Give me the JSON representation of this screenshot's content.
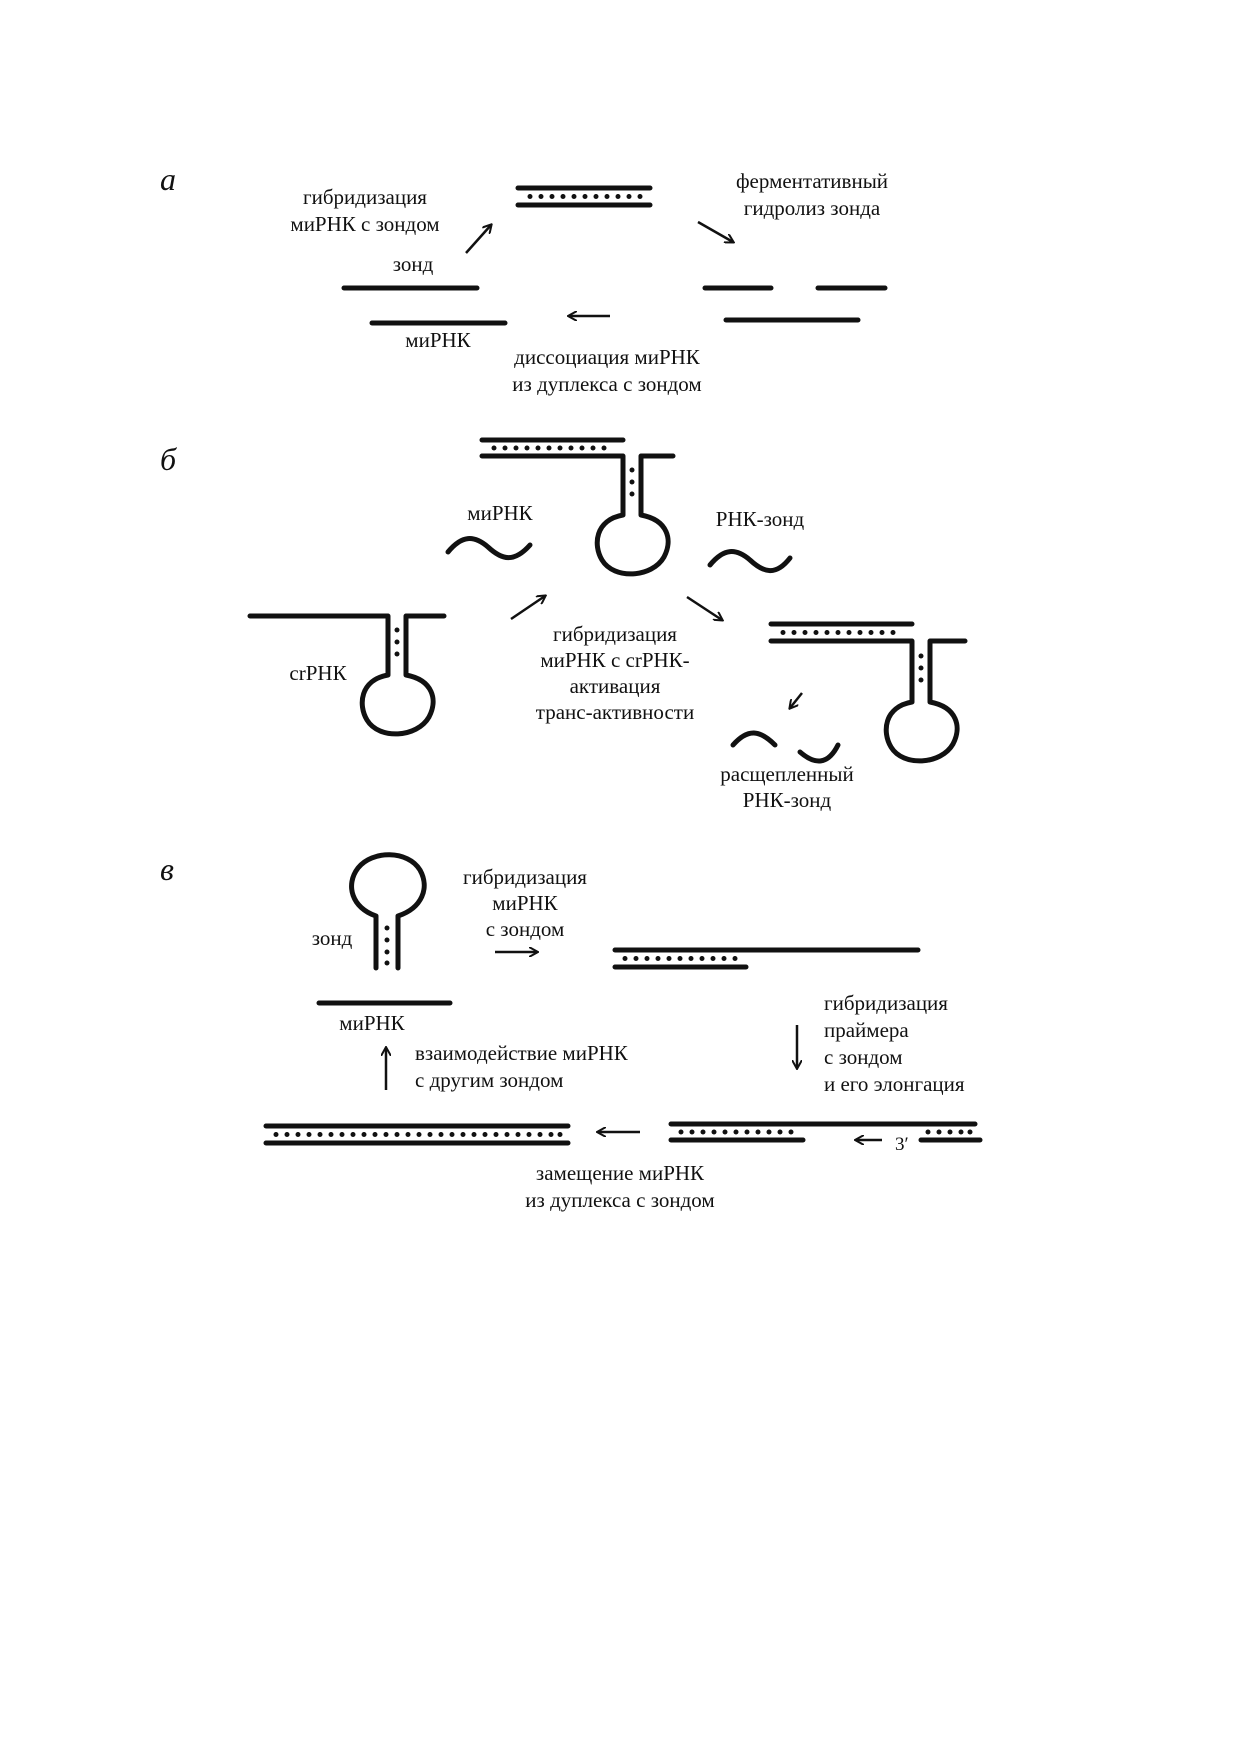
{
  "panels": {
    "a": {
      "letter": "а",
      "hybridization": [
        "гибридизация",
        "миРНК с зондом"
      ],
      "probe": "зонд",
      "mirna": "миРНК",
      "hydrolysis": [
        "ферментативный",
        "гидролиз зонда"
      ],
      "dissociation": [
        "диссоциация миРНК",
        "из дуплекса с зондом"
      ]
    },
    "b": {
      "letter": "б",
      "mirna": "миРНК",
      "rna_probe": "РНК-зонд",
      "crrna": "crРНК",
      "hybridization": [
        "гибридизация",
        "миРНК с crРНК-",
        "активация",
        "транс-активности"
      ],
      "cleaved": [
        "расщепленный",
        "РНК-зонд"
      ]
    },
    "c": {
      "letter": "в",
      "probe": "зонд",
      "mirna": "миРНК",
      "hybridization": [
        "гибридизация",
        "миРНК",
        "с зондом"
      ],
      "primer": [
        "гибридизация",
        "праймера",
        "с зондом",
        "и его элонгация"
      ],
      "interaction": [
        "взаимодействие миРНК",
        "с другим зондом"
      ],
      "displacement": [
        "замещение миРНК",
        "из дуплекса с зондом"
      ],
      "three_prime": "3′"
    }
  }
}
